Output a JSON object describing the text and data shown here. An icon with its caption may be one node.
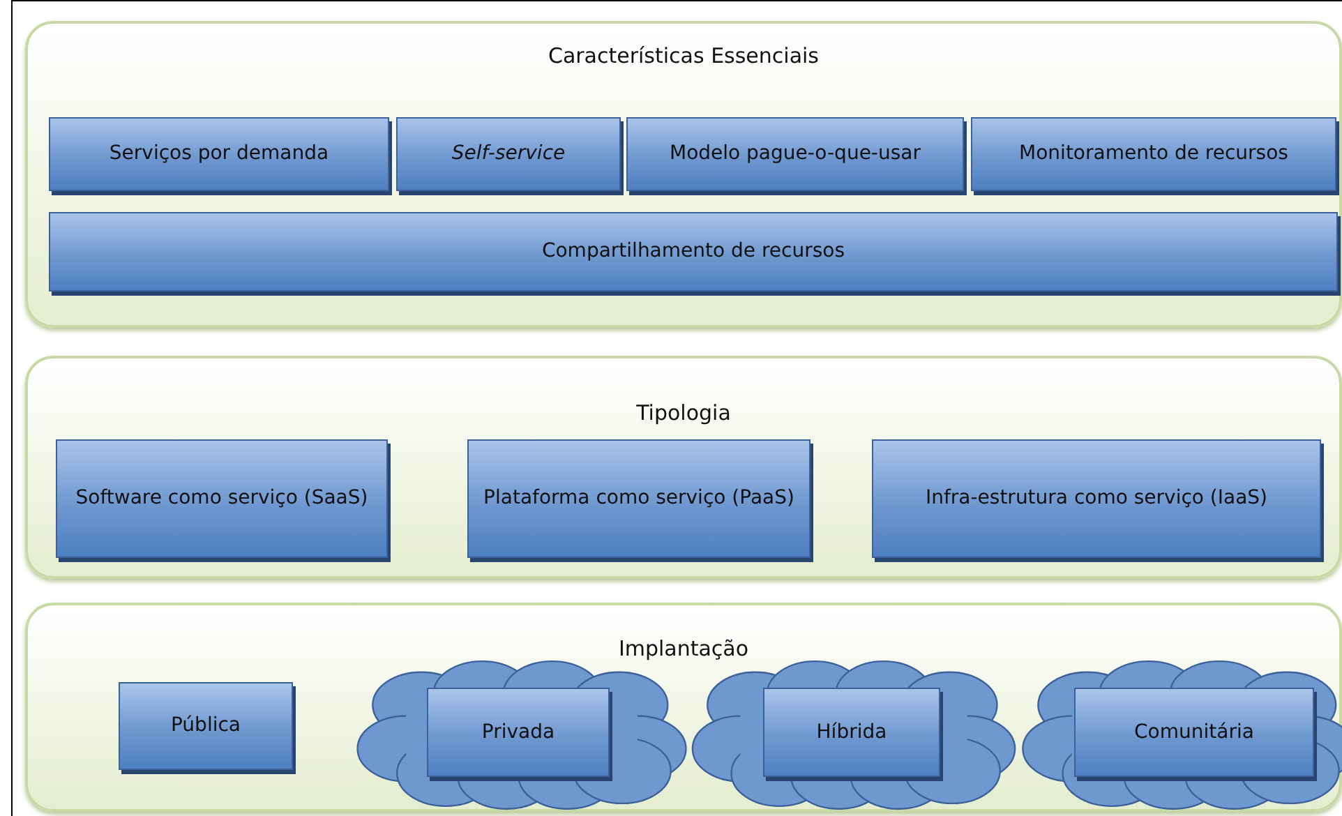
{
  "diagram": {
    "nodes": [
      {
        "text": [
          "Características Essenciais"
        ]
      },
      {
        "text": [
          "Serviços por demanda"
        ],
        "in": 0
      },
      {
        "text": [
          "Self-service"
        ],
        "in": 0
      },
      {
        "text": [
          "Modelo pague-o-que-usar"
        ],
        "in": 0
      },
      {
        "text": [
          "Monitoramento de recursos"
        ],
        "in": 0
      },
      {
        "text": [
          "Compartilhamento de recursos"
        ],
        "in": 0
      },
      {
        "text": [
          "Tipologia"
        ]
      },
      {
        "text": [
          "Software como serviço (SaaS)"
        ],
        "in": 6
      },
      {
        "text": [
          "Plataforma como serviço (PaaS)"
        ],
        "in": 6
      },
      {
        "text": [
          "Infra-estrutura como serviço (IaaS)"
        ],
        "in": 6
      },
      {
        "text": [
          "Implantação"
        ]
      },
      {
        "text": [
          "Pública"
        ],
        "in": 10
      },
      {
        "text": [],
        "shape": "cloud",
        "in": 10
      },
      {
        "text": [
          "Privada"
        ],
        "in": 12
      },
      {
        "text": [],
        "shape": "cloud",
        "in": 10
      },
      {
        "text": [
          "Híbrida"
        ],
        "in": 14
      },
      {
        "text": [],
        "shape": "cloud",
        "in": 10
      },
      {
        "text": [
          "Comunitária"
        ],
        "in": 16
      }
    ]
  }
}
